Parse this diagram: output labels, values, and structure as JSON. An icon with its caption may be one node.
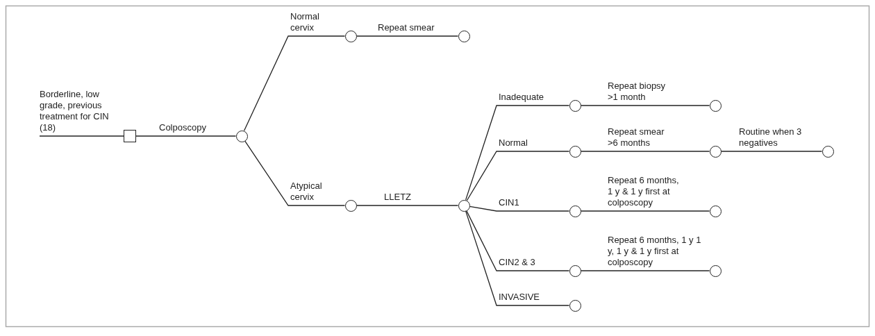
{
  "diagram": {
    "nodes": [
      {
        "text": [],
        "shape": "box"
      },
      {
        "text": [],
        "shape": "circle"
      },
      {
        "text": [],
        "shape": "circle"
      },
      {
        "text": [],
        "shape": "circle"
      },
      {
        "text": [],
        "shape": "circle"
      },
      {
        "text": [],
        "shape": "circle"
      },
      {
        "text": [],
        "shape": "circle"
      },
      {
        "text": [],
        "shape": "circle"
      },
      {
        "text": [],
        "shape": "circle"
      },
      {
        "text": [],
        "shape": "circle"
      },
      {
        "text": [],
        "shape": "circle"
      },
      {
        "text": [],
        "shape": "circle"
      },
      {
        "text": [],
        "shape": "circle"
      },
      {
        "text": [],
        "shape": "circle"
      },
      {
        "text": [],
        "shape": "circle"
      },
      {
        "text": [],
        "shape": "circle"
      }
    ],
    "edges": [
      {
        "from": null,
        "to": 0,
        "arrow": "none",
        "label": "Borderline, low grade, previous treatment for CIN (18)"
      },
      {
        "from": 0,
        "to": 1,
        "arrow": "none",
        "label": "Colposcopy"
      },
      {
        "from": 1,
        "to": 2,
        "arrow": "none",
        "label": "Normal cervix"
      },
      {
        "from": 2,
        "to": 3,
        "arrow": "none",
        "label": "Repeat smear"
      },
      {
        "from": 1,
        "to": 4,
        "arrow": "none",
        "label": "Atypical cervix"
      },
      {
        "from": 4,
        "to": 5,
        "arrow": "none",
        "label": "LLETZ"
      },
      {
        "from": 5,
        "to": 6,
        "arrow": "none",
        "label": "Inadequate"
      },
      {
        "from": 6,
        "to": 7,
        "arrow": "none",
        "label": "Repeat biopsy >1 month"
      },
      {
        "from": 5,
        "to": 8,
        "arrow": "none",
        "label": "Normal"
      },
      {
        "from": 8,
        "to": 9,
        "arrow": "none",
        "label": "Repeat smear >6 months"
      },
      {
        "from": 9,
        "to": 10,
        "arrow": "none",
        "label": "Routine when 3 negatives"
      },
      {
        "from": 5,
        "to": 11,
        "arrow": "none",
        "label": "CIN1"
      },
      {
        "from": 11,
        "to": 12,
        "arrow": "none",
        "label": "Repeat 6 months, 1 y & 1 y first at colposcopy"
      },
      {
        "from": 5,
        "to": 13,
        "arrow": "none",
        "label": "CIN2 & 3"
      },
      {
        "from": 13,
        "to": 14,
        "arrow": "none",
        "label": "Repeat 6 months, 1 y 1 y, 1 y & 1 y first at colposcopy"
      },
      {
        "from": 5,
        "to": 15,
        "arrow": "none",
        "label": "INVASIVE"
      }
    ]
  }
}
